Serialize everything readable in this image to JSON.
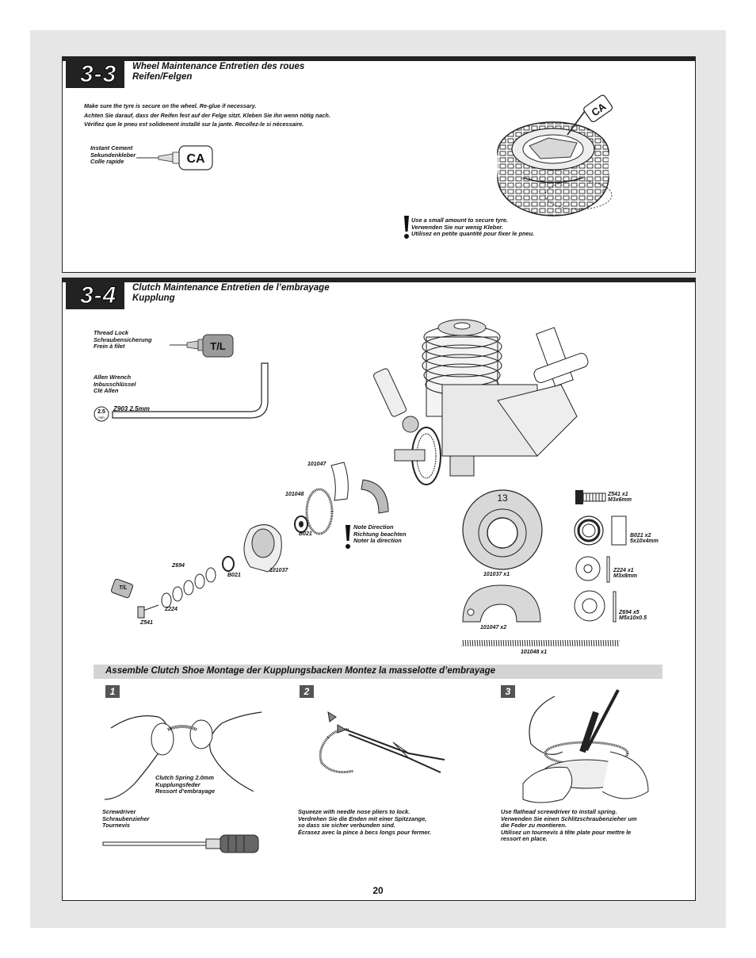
{
  "section_33": {
    "number": "3-3",
    "title_line1": "Wheel Maintenance  Entretien des roues",
    "title_line2": "Reifen/Felgen",
    "intro": [
      "Make sure the tyre is secure on the wheel. Re-glue if necessary.",
      "Achten Sie darauf, dass der Reifen fest auf der Felge sitzt. Kleben Sie ihn wenn nötig nach.",
      "Vérifiez que le pneu est solidement installé sur la jante. Recollez-le si nécessaire."
    ],
    "cement_label": [
      "Instant Cement",
      "Sekundenkleber",
      "Colle rapide"
    ],
    "cement_tag": "CA",
    "tyre_tag": "CA",
    "warning": [
      "Use a small amount to secure tyre.",
      "Verwenden Sie nur wenig Kleber.",
      "Utilisez en petite quantité pour fixer le pneu."
    ]
  },
  "section_34": {
    "number": "3-4",
    "title_line1": "Clutch Maintenance  Entretien de l’embrayage",
    "title_line2": "Kupplung",
    "threadlock_label": [
      "Thread Lock",
      "Schraubensicherung",
      "Frein à filet"
    ],
    "threadlock_tag": "T/L",
    "allen_label": [
      "Allen Wrench",
      "Inbusschlüssel",
      "Clé Allen"
    ],
    "allen_size_top": "2.5",
    "allen_size_bottom": "mm",
    "allen_part": "Z903 2.5mm",
    "callouts": {
      "p101047": "101047",
      "p101048": "101048",
      "b021a": "B021",
      "b021b": "B021",
      "z694": "Z694",
      "p101037": "101037",
      "tl": "T/L",
      "z224": "Z224",
      "z541": "Z541"
    },
    "note_direction": [
      "Note Direction",
      "Richtung beachten",
      "Noter la direction"
    ],
    "parts": {
      "gear_teeth": "13",
      "gear_label": "101037  x1",
      "shoe_label": "101047  x2",
      "spring_label": "101048  x1",
      "z541": [
        "Z541   x1",
        "M3x6mm"
      ],
      "b021": [
        "B021   x2",
        "5x10x4mm"
      ],
      "z224": [
        "Z224   x1",
        "M3x8mm"
      ],
      "z694": [
        "Z694   x5",
        "M5x10x0.5"
      ]
    }
  },
  "assemble": {
    "title": "Assemble Clutch Shoe    Montage der Kupplungsbacken   Montez la masselotte d’embrayage",
    "steps": [
      "1",
      "2",
      "3"
    ],
    "spring_label": [
      "Clutch Spring 2.0mm",
      "Kupplungsfeder",
      "Ressort d’embrayage"
    ],
    "screwdriver_label": [
      "Screwdriver",
      "Schraubenzieher",
      "Tournevis"
    ],
    "step2_text": [
      "Squeeze with needle nose pliers to lock.",
      "Verdrehen Sie die Enden mit einer Spitzzange,",
      "so dass sie sicher verbunden sind.",
      "Écrasez avec la pince à becs longs pour fermer."
    ],
    "step3_text": [
      "Use flathead screwdriver to install spring.",
      "Verwenden Sie einen Schlitzschraubenzieher um",
      "die Feder zu montieren.",
      "Utilisez un tournevis à tête plate pour mettre le",
      "ressort en place."
    ]
  },
  "page_number": "20"
}
